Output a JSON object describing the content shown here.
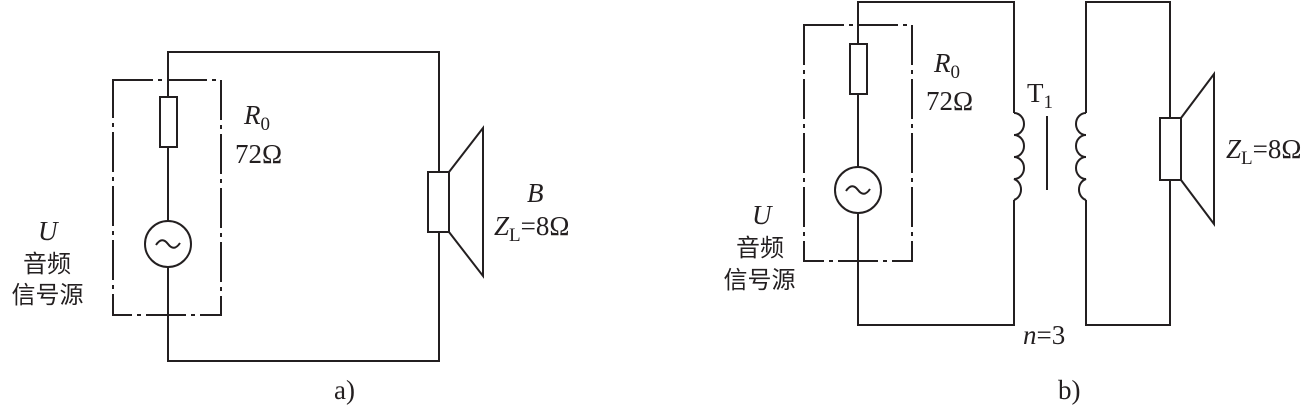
{
  "diagram_a": {
    "caption": "a)",
    "source": {
      "symbol": "U",
      "line1": "音频",
      "line2": "信号源"
    },
    "resistor": {
      "symbol": "R",
      "sub": "0",
      "value": "72Ω"
    },
    "speaker": {
      "symbol": "B",
      "z_symbol": "Z",
      "z_sub": "L",
      "z_value": "=8Ω"
    }
  },
  "diagram_b": {
    "caption": "b)",
    "source": {
      "symbol": "U",
      "line1": "音频",
      "line2": "信号源"
    },
    "resistor": {
      "symbol": "R",
      "sub": "0",
      "value": "72Ω"
    },
    "transformer": {
      "symbol": "T",
      "sub": "1",
      "ratio_symbol": "n",
      "ratio_value": "=3"
    },
    "speaker": {
      "z_symbol": "Z",
      "z_sub": "L",
      "z_value": "=8Ω"
    }
  }
}
